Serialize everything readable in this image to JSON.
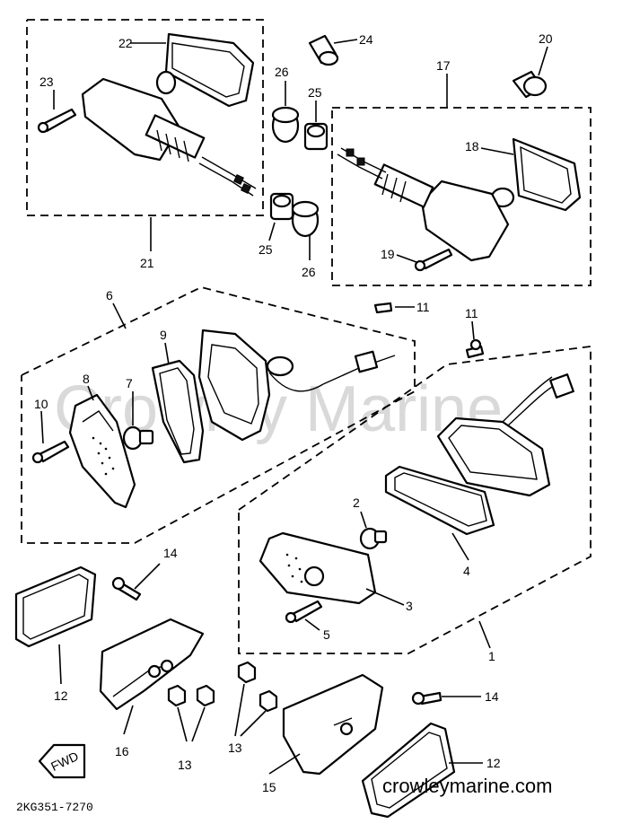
{
  "diagram": {
    "part_code": "2KG351-7270",
    "website": "crowleymarine.com",
    "watermark": "Crowley Marine",
    "fwd_label": "FWD",
    "callouts": {
      "c22": "22",
      "c23": "23",
      "c21": "21",
      "c24": "24",
      "c26a": "26",
      "c25a": "25",
      "c25b": "25",
      "c26b": "26",
      "c20": "20",
      "c17": "17",
      "c18": "18",
      "c19": "19",
      "c6": "6",
      "c11a": "11",
      "c11b": "11",
      "c9": "9",
      "c8": "8",
      "c7": "7",
      "c10": "10",
      "c2": "2",
      "c4": "4",
      "c3": "3",
      "c5": "5",
      "c1": "1",
      "c14a": "14",
      "c14b": "14",
      "c12a": "12",
      "c12b": "12",
      "c16": "16",
      "c13a": "13",
      "c13b": "13",
      "c15": "15"
    }
  }
}
